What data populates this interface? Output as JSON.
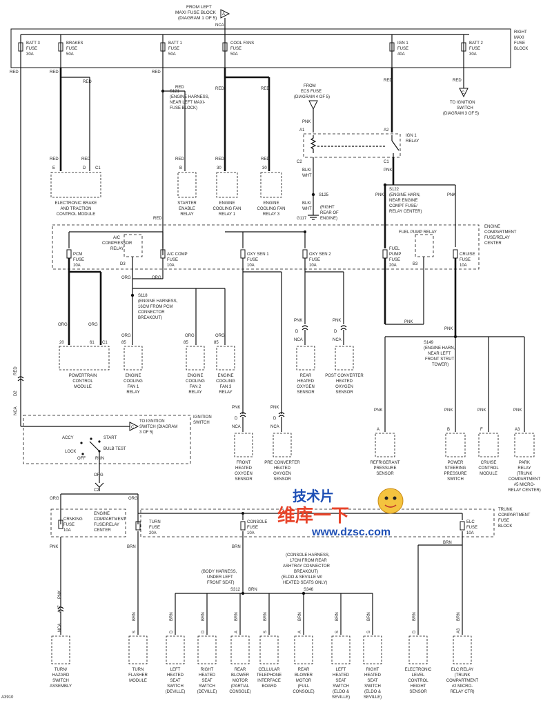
{
  "top_source": {
    "line1": "FROM LEFT",
    "line2": "MAXI FUSE BLOCK",
    "line3": "(DIAGRAM 1 OF 5)",
    "marker": "A",
    "wire": "NCA"
  },
  "maxi_block": {
    "line1": "RIGHT",
    "line2": "MAXI",
    "line3": "FUSE",
    "line4": "BLOCK"
  },
  "maxi_fuses": [
    {
      "name": "BATT 3",
      "sub": "FUSE",
      "rating": "30A"
    },
    {
      "name": "BRAKES",
      "sub": "FUSE",
      "rating": "50A"
    },
    {
      "name": "BATT 1",
      "sub": "FUSE",
      "rating": "50A"
    },
    {
      "name": "COOL FANS",
      "sub": "FUSE",
      "rating": "50A"
    },
    {
      "name": "IGN 1",
      "sub": "FUSE",
      "rating": "40A"
    },
    {
      "name": "BATT 2",
      "sub": "FUSE",
      "rating": "30A"
    }
  ],
  "wires": {
    "red": "RED",
    "pnk": "PNK",
    "org": "ORG",
    "brn": "BRN",
    "blkwht1": "BLK/",
    "blkwht2": "WHT",
    "nca": "NCA"
  },
  "to_ign_right": {
    "marker": "C",
    "line1": "TO IGNITION",
    "line2": "SWITCH",
    "line3": "(DIAGRAM 3 OF 5)"
  },
  "s121": {
    "id": "S121",
    "line1": "(ENGINE HARNESS,",
    "line2": "NEAR LEFT MAXI-",
    "line3": "FUSE BLOCK)"
  },
  "ecs": {
    "line1": "FROM",
    "line2": "ECS FUSE",
    "line3": "(DIAGRAM 4 OF 5)",
    "marker": "A4"
  },
  "ign_relay": {
    "line1": "IGN 1",
    "line2": "RELAY",
    "a1": "A1",
    "a2": "A2",
    "c2": "C2",
    "c1": "C1"
  },
  "s125": "S125",
  "g117": {
    "id": "G117",
    "line1": "(RIGHT",
    "line2": "REAR OF",
    "line3": "ENGINE)"
  },
  "s122": {
    "id": "S122",
    "line1": "(ENGINE HARN,",
    "line2": "NEAR ENGINE",
    "line3": "COMPT FUSE/",
    "line4": "RELAY CENTER)"
  },
  "ebtcm": {
    "line1": "ELECTRONIC BRAKE",
    "line2": "AND TRACTION",
    "line3": "CONTROL MODULE",
    "p1": "E",
    "p2": "D",
    "p3": "C1"
  },
  "starter_relay": {
    "line1": "STARTER",
    "line2": "ENABLE",
    "line3": "RELAY",
    "pin": "B"
  },
  "fan_relay1": {
    "line1": "ENGINE",
    "line2": "COOLING FAN",
    "line3": "RELAY 1",
    "pin": "30"
  },
  "fan_relay3": {
    "line1": "ENGINE",
    "line2": "COOLING FAN",
    "line3": "RELAY 3",
    "pin": "30"
  },
  "engine_center": {
    "line1": "ENGINE",
    "line2": "COMPARTMENT",
    "line3": "FUSE/RELAY",
    "line4": "CENTER"
  },
  "pcm_fuse": {
    "name": "PCM",
    "sub": "FUSE",
    "rating": "10A"
  },
  "ac_relay": {
    "line1": "A/C",
    "line2": "COMPRESSOR",
    "line3": "RELAY",
    "pin": "D3"
  },
  "ac_comp_fuse": {
    "name": "A/C COMP",
    "sub": "FUSE",
    "rating": "10A"
  },
  "oxy1_fuse": {
    "name": "OXY SEN 1",
    "sub": "FUSE",
    "rating": "10A"
  },
  "oxy2_fuse": {
    "name": "OXY SEN 2",
    "sub": "FUSE",
    "rating": "10A"
  },
  "fuel_pump_relay": {
    "label": "FUEL PUMP RELAY",
    "pin": "B3"
  },
  "fuel_pump_fuse": {
    "line1": "FUEL",
    "line2": "PUMP",
    "line3": "FUSE",
    "rating": "20A"
  },
  "cruise_fuse": {
    "name": "CRUISE",
    "sub": "FUSE",
    "rating": "10A"
  },
  "s118": {
    "id": "S118",
    "line1": "(ENGINE HARNESS,",
    "line2": "16CM FROM PCM",
    "line3": "CONNECTOR",
    "line4": "BREAKOUT)"
  },
  "pcm": {
    "line1": "POWERTRAIN",
    "line2": "CONTROL",
    "line3": "MODULE",
    "p1": "20",
    "p2": "61",
    "p3": "C1"
  },
  "fan1": {
    "line1": "ENGINE",
    "line2": "COOLING",
    "line3": "FAN 1",
    "line4": "RELAY",
    "pin": "85"
  },
  "fan2": {
    "line1": "ENGINE",
    "line2": "COOLING",
    "line3": "FAN 2",
    "line4": "RELAY",
    "pin": "85"
  },
  "fan3": {
    "line1": "ENGINE",
    "line2": "COOLING",
    "line3": "FAN 3",
    "line4": "RELAY",
    "pin": "85"
  },
  "rear_o2": {
    "line1": "REAR",
    "line2": "HEATED",
    "line3": "OXYGEN",
    "line4": "SENSOR",
    "pin": "D"
  },
  "post_o2": {
    "line1": "POST CONVERTER",
    "line2": "HEATED",
    "line3": "OXYGEN",
    "line4": "SENSOR",
    "pin": "D"
  },
  "s149": {
    "id": "S149",
    "line1": "(ENGINE HARN,",
    "line2": "NEAR LEFT",
    "line3": "FRONT STRUT",
    "line4": "TOWER)"
  },
  "front_o2": {
    "line1": "FRONT",
    "line2": "HEATED",
    "line3": "OXYGEN",
    "line4": "SENSOR",
    "pin": "D"
  },
  "pre_o2": {
    "line1": "PRE CONVERTER",
    "line2": "HEATED",
    "line3": "OXYGEN",
    "line4": "SENSOR",
    "pin": "D"
  },
  "refrig": {
    "line1": "REFRIGERANT",
    "line2": "PRESSURE",
    "line3": "SENSOR",
    "pin": "A"
  },
  "power_steer": {
    "line1": "POWER",
    "line2": "STEERING",
    "line3": "PRESSURE",
    "line4": "SWITCH",
    "pin": "B"
  },
  "cruise_mod": {
    "line1": "CRUISE",
    "line2": "CONTROL",
    "line3": "MODULE",
    "pin": "F"
  },
  "park_relay": {
    "line1": "PARK",
    "line2": "RELAY",
    "line3": "(TRUNK",
    "line4": "COMPARTMENT",
    "line5": "#5 MICRO-",
    "line6": "RELAY CENTER)",
    "pin": "A3"
  },
  "ign_switch": {
    "title1": "IGNITION",
    "title2": "SWITCH",
    "marker": "C",
    "to1": "TO IGNITION",
    "to2": "SWITCH (DIAGRAM",
    "to3": "3 OF 5)",
    "accy": "ACCY",
    "start": "START",
    "lock": "LOCK",
    "bulb": "BULB TEST",
    "off": "OFF",
    "run": "RUN",
    "c2": "C2",
    "pin": "D2"
  },
  "cranking_fuse": {
    "name": "CRNKING",
    "sub": "FUSE",
    "rating": "10A"
  },
  "eng_center_small": {
    "line1": "ENGINE",
    "line2": "COMPARTMENT",
    "line3": "FUSE/RELAY",
    "line4": "CENTER"
  },
  "turn_fuse": {
    "name": "TURN",
    "sub": "FUSE",
    "rating": "20A"
  },
  "console_fuse": {
    "name": "CONSOLE",
    "sub": "FUSE",
    "rating": "10A"
  },
  "elc_fuse": {
    "name": "ELC",
    "sub": "FUSE",
    "rating": "10A"
  },
  "trunk_block": {
    "line1": "TRUNK",
    "line2": "COMPARTMENT",
    "line3": "FUSE",
    "line4": "BLOCK"
  },
  "console_harness": {
    "line1": "(CONSOLE HARNESS,",
    "line2": "17CM FROM REAR",
    "line3": "ASHTRAY CONNECTOR",
    "line4": "BREAKOUT)",
    "line5": "(ELDO & SEVILLE W/",
    "line6": "HEATED SEATS ONLY)",
    "id": "S346"
  },
  "body_harness": {
    "line1": "(BODY HARNESS,",
    "line2": "UNDER LEFT",
    "line3": "FRONT SEAT)",
    "id": "S312"
  },
  "bottom": [
    {
      "line1": "TURN/",
      "line2": "HAZARD",
      "line3": "SWITCH",
      "line4": "ASSEMBLY",
      "pin": "A17",
      "wire": "PNK"
    },
    {
      "line1": "TURN",
      "line2": "FLASHER",
      "line3": "MODULE",
      "pin": "S",
      "wire": "BRN"
    },
    {
      "line1": "LEFT",
      "line2": "HEATED",
      "line3": "SEAT",
      "line4": "SWITCH",
      "line5": "(DEVILLE)",
      "pin": "D",
      "wire": "BRN"
    },
    {
      "line1": "RIGHT",
      "line2": "HEATED",
      "line3": "SEAT",
      "line4": "SWITCH",
      "line5": "(DEVILLE)",
      "pin": "D",
      "wire": "BRN"
    },
    {
      "line1": "REAR",
      "line2": "BLOWER",
      "line3": "MOTOR",
      "line4": "(PARTIAL",
      "line5": "CONSOLE)",
      "pin": "A",
      "wire": "BRN"
    },
    {
      "line1": "CELLULAR",
      "line2": "TELEPHONE",
      "line3": "INTERFACE",
      "line4": "BOARD",
      "pin": "S",
      "wire": "BRN"
    },
    {
      "line1": "REAR",
      "line2": "BLOWER",
      "line3": "MOTOR",
      "line4": "(FULL",
      "line5": "CONSOLE)",
      "pin": "A",
      "wire": "BRN"
    },
    {
      "line1": "LEFT",
      "line2": "HEATED",
      "line3": "SEAT",
      "line4": "SWITCH",
      "line5": "(ELDO &",
      "line6": "SEVILLE)",
      "pin": "S",
      "wire": "BRN"
    },
    {
      "line1": "RIGHT",
      "line2": "HEATED",
      "line3": "SEAT",
      "line4": "SWITCH",
      "line5": "(ELDO &",
      "line6": "SEVILLE)",
      "pin": "S",
      "wire": "BRN"
    },
    {
      "line1": "ELECTRONIC",
      "line2": "LEVEL",
      "line3": "CONTROL",
      "line4": "HEIGHT",
      "line5": "SENSOR",
      "pin": "D",
      "wire": "BRN"
    },
    {
      "line1": "ELC RELAY",
      "line2": "(TRUNK",
      "line3": "COMPARTMENT",
      "line4": "#2 MICRO-",
      "line5": "RELAY CTR)",
      "pin": "A3",
      "wire": "BRN"
    }
  ],
  "watermark": {
    "line1": "维库一下",
    "line2": "www.dzsc.com",
    "badge": "技术片"
  },
  "corner_code": "A3910"
}
